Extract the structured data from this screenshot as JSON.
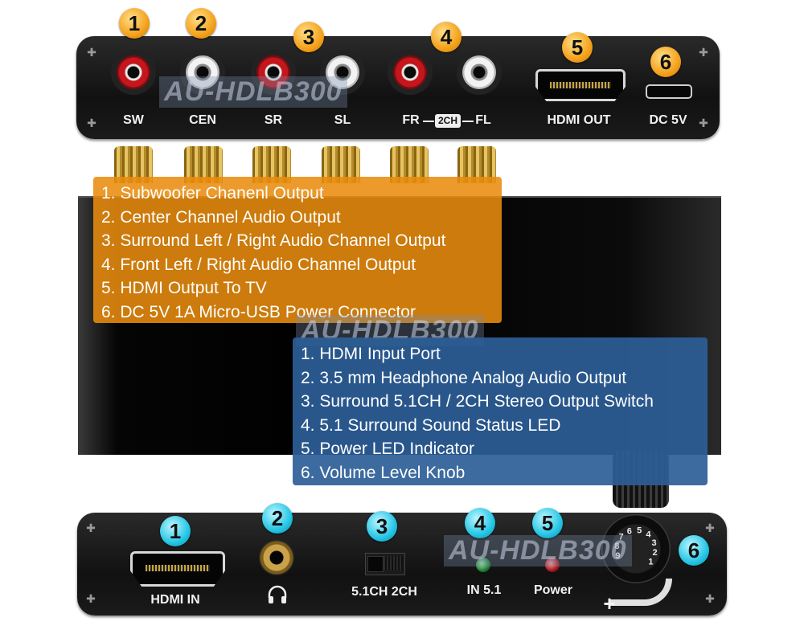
{
  "top_panel": {
    "watermark": "AU-HDLB300",
    "badges": [
      "1",
      "2",
      "3",
      "4",
      "5",
      "6"
    ],
    "labels": {
      "sw": "SW",
      "cen": "CEN",
      "sr": "SR",
      "sl": "SL",
      "fr": "FR",
      "ch2": "2CH",
      "fl": "FL",
      "hdmi_out": "HDMI OUT",
      "dc": "DC  5V"
    }
  },
  "rear_outputs": {
    "lines": [
      "1. Subwoofer Chanenl Output",
      "2. Center Channel Audio Output",
      "3. Surround Left / Right Audio Channel Output",
      "4. Front Left / Right Audio Channel Output",
      "5. HDMI Output To TV",
      "6. DC 5V 1A Micro-USB Power Connector"
    ]
  },
  "middle_watermark": "AU-HDLB300",
  "front_features": {
    "lines": [
      "1. HDMI Input Port",
      "2. 3.5 mm Headphone Analog Audio Output",
      "3. Surround 5.1CH / 2CH Stereo Output Switch",
      "4. 5.1 Surround Sound Status LED",
      "5. Power LED Indicator",
      "6. Volume Level Knob"
    ]
  },
  "bottom_panel": {
    "watermark": "AU-HDLB300",
    "badges": [
      "1",
      "2",
      "3",
      "4",
      "5",
      "6"
    ],
    "labels": {
      "hdmi_in": "HDMI IN",
      "switch": "5.1CH  2CH",
      "in51": "IN 5.1",
      "power": "Power",
      "plus": "+"
    },
    "knob_numbers": [
      "9",
      "8",
      "7",
      "6",
      "5",
      "4",
      "3",
      "2",
      "1"
    ]
  },
  "colors": {
    "orange_box": "#e88c0e",
    "blue_box": "#2d5e98",
    "badge_orange": "#f4a21b",
    "badge_cyan": "#25c6e6"
  },
  "icons": [
    "headphone-icon",
    "screw-icon"
  ]
}
